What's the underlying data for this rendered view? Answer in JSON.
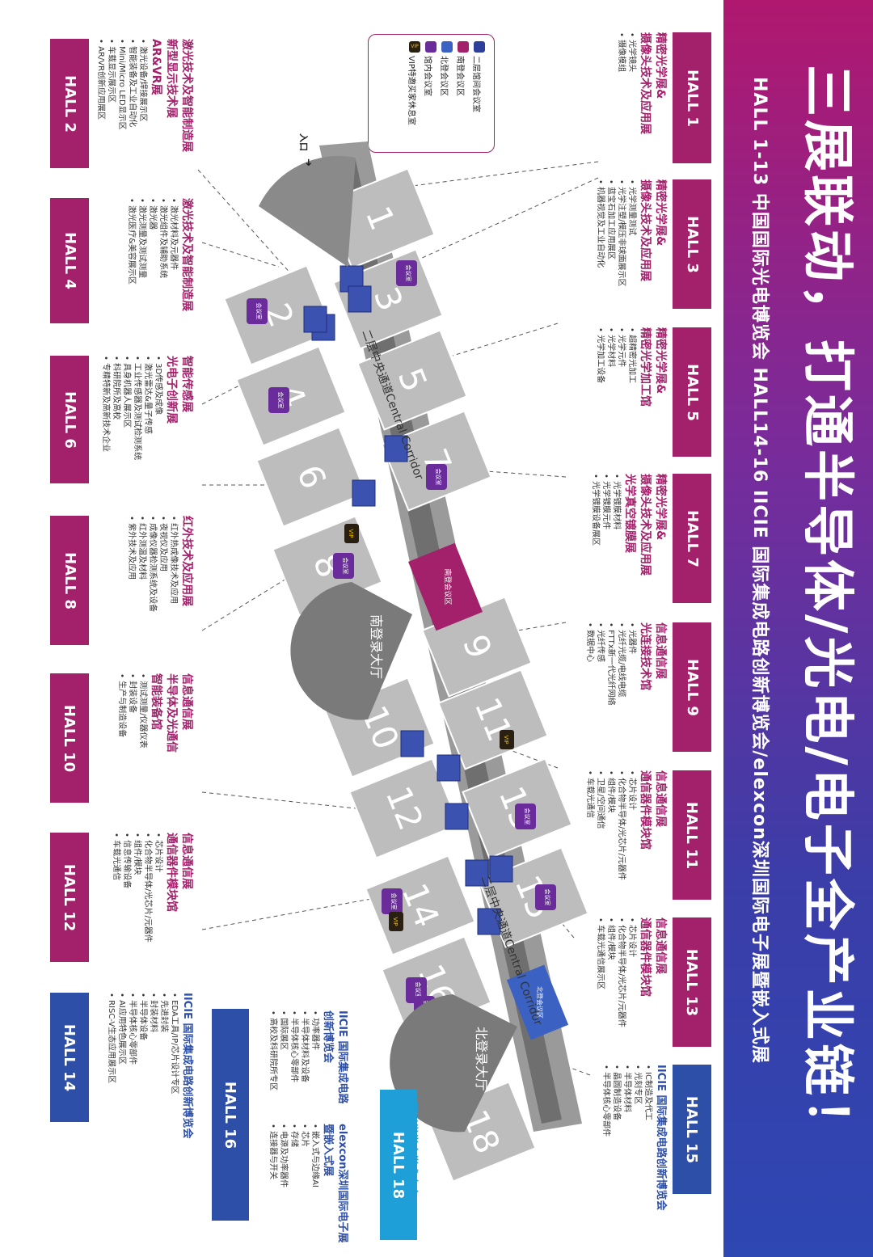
{
  "banner": {
    "title": "三展联动，打通半导体/光电/电子全产业链！",
    "sub1": "HALL 1-13  中国国际光电博览会    HALL14-16 IICIE 国际集成电路创新博览会/elexcon深圳国际电子展暨嵌入式展",
    "sub2": ""
  },
  "legend": {
    "items": [
      {
        "label": "二层馆间会议室",
        "color": "#2d3f9a"
      },
      {
        "label": "南登会议区",
        "color": "#a3206b"
      },
      {
        "label": "北登会议区",
        "color": "#3b62c2"
      },
      {
        "label": "馆内会议室",
        "color": "#6a2c9a"
      },
      {
        "label": "VIP特邀买家休息室",
        "color": "#2a2012"
      }
    ],
    "vip_tag": "VIP"
  },
  "map": {
    "corridor_1": "二层中央通道Central Corridor",
    "corridor_2": "二层中央通道Central Corridor",
    "south_lobby": "南登录大厅",
    "north_lobby": "北登录大厅",
    "entrance": "入口",
    "halls": [
      "1",
      "2",
      "3",
      "4",
      "5",
      "6",
      "7",
      "8",
      "9",
      "10",
      "11",
      "12",
      "13",
      "14",
      "15",
      "16",
      "18"
    ],
    "meeting_tag": "会议室",
    "vip_tag": "VIP",
    "south_meeting": "南登会议区",
    "north_meeting": "北登会议区"
  },
  "halls_left": [
    {
      "id": "HALL 2",
      "title": [
        "激光技术及智能制造展",
        "新型显示技术展",
        "AR&VR展"
      ],
      "items": [
        "激光设备/焊接展示区",
        "智能装备及工业自动化",
        "Mini/Micro LED显示区",
        "车载显示展示区",
        "AR/VR创新应用展区"
      ]
    },
    {
      "id": "HALL 4",
      "title": [
        "激光技术及智能制造展"
      ],
      "items": [
        "激光材料及元器件",
        "激光组件及辅助系统",
        "激光器",
        "激光测量及测试测量",
        "激光医疗&美容展示区"
      ]
    },
    {
      "id": "HALL 6",
      "title": [
        "智能传感展",
        "光电子创新展"
      ],
      "items": [
        "3D传感及成像",
        "激光雷达&量子传感",
        "工业传感器及测试检测系统",
        "具身机器人展示区",
        "科研院所及高校",
        "专精特新及高新技术企业"
      ]
    },
    {
      "id": "HALL 8",
      "title": [
        "红外技术及应用展"
      ],
      "items": [
        "红外热成像技术及应用",
        "夜视仪及应用",
        "成像仪器检测系统及设备",
        "红外测温及材料",
        "紫外技术及应用"
      ]
    },
    {
      "id": "HALL 10",
      "title": [
        "信息通信展",
        "半导体及光通信",
        "智能装备馆"
      ],
      "items": [
        "测试测量/仪器仪表",
        "封装设备",
        "生产与制造设备"
      ]
    },
    {
      "id": "HALL 12",
      "title": [
        "信息通信展",
        "通信器件模块馆"
      ],
      "items": [
        "芯片设计",
        "化合物半导体/光芯片/元器件",
        "组件/模块",
        "信息传输设备",
        "车载光通信"
      ]
    },
    {
      "id": "HALL 14",
      "title": [
        "IICIE 国际集成电路创新博览会"
      ],
      "items": [
        "EDA工具/IP/芯片设计专区",
        "先进封装",
        "封装材料",
        "半导体设备",
        "半导体核心零部件",
        "AI应用特色展示区",
        "RISC-V生态应用展示区"
      ]
    }
  ],
  "halls_right": [
    {
      "id": "HALL 1",
      "title": [
        "精密光学展&",
        "摄像头技术及应用展"
      ],
      "items": [
        "光学镜头",
        "摄像模组"
      ]
    },
    {
      "id": "HALL 3",
      "title": [
        "精密光学展&",
        "摄像头技术及应用展"
      ],
      "items": [
        "光学测量测试",
        "光学注塑/模压非球面展示区",
        "蓝宝石加工应用展区",
        "机器视觉及工业自动化"
      ]
    },
    {
      "id": "HALL 5",
      "title": [
        "精密光学展&",
        "精密光学加工馆"
      ],
      "items": [
        "超精密光加工",
        "光学元件",
        "光学材料",
        "光学加工设备"
      ]
    },
    {
      "id": "HALL 7",
      "title": [
        "精密光学展&",
        "摄像头技术及应用展",
        "光学真空镀膜展"
      ],
      "items": [
        "光学镀膜材料",
        "光学镀膜元件",
        "光学镀膜设备展区"
      ]
    },
    {
      "id": "HALL 9",
      "title": [
        "信息通信展",
        "光连接技术馆"
      ],
      "items": [
        "光器件",
        "光纤光缆/电线电缆",
        "FTTx新一代光纤网络",
        "光纤传感",
        "数据中心"
      ]
    },
    {
      "id": "HALL 11",
      "title": [
        "信息通信展",
        "通信器件模块馆"
      ],
      "items": [
        "芯片设计",
        "化合物半导体/光芯片/元器件",
        "组件/模块",
        "卫星/空间通信",
        "车载光通信"
      ]
    },
    {
      "id": "HALL 13",
      "title": [
        "信息通信展",
        "通信器件模块馆"
      ],
      "items": [
        "芯片设计",
        "化合物半导体/光芯片/元器件",
        "组件/模块",
        "车载光通信展示区"
      ]
    },
    {
      "id": "HALL 15",
      "title": [
        "IICIE 国际集成电路创新博览会"
      ],
      "items": [
        "IC制造及代工",
        "光刻专区",
        "半导体材料",
        "晶圆制造设备",
        "半导体核心零部件"
      ]
    }
  ],
  "hall16": {
    "id": "HALL 16",
    "col1_title": [
      "IICIE 国际集成电路",
      "创新博览会"
    ],
    "col1_items": [
      "功率器件",
      "半导体材料及设备",
      "半导体核心零部件",
      "国际展区",
      "高校及科研院所专区"
    ],
    "col2_title": [
      "elexcon深圳国际电子展",
      "暨嵌入式展"
    ],
    "col2_items": [
      "嵌入式与边缘AI",
      "芯片",
      "存储",
      "电源及功率器件",
      "连接器与开关"
    ]
  },
  "hall18": {
    "id": "HALL 18",
    "title": [
      "中国光学学会学术大会"
    ]
  }
}
